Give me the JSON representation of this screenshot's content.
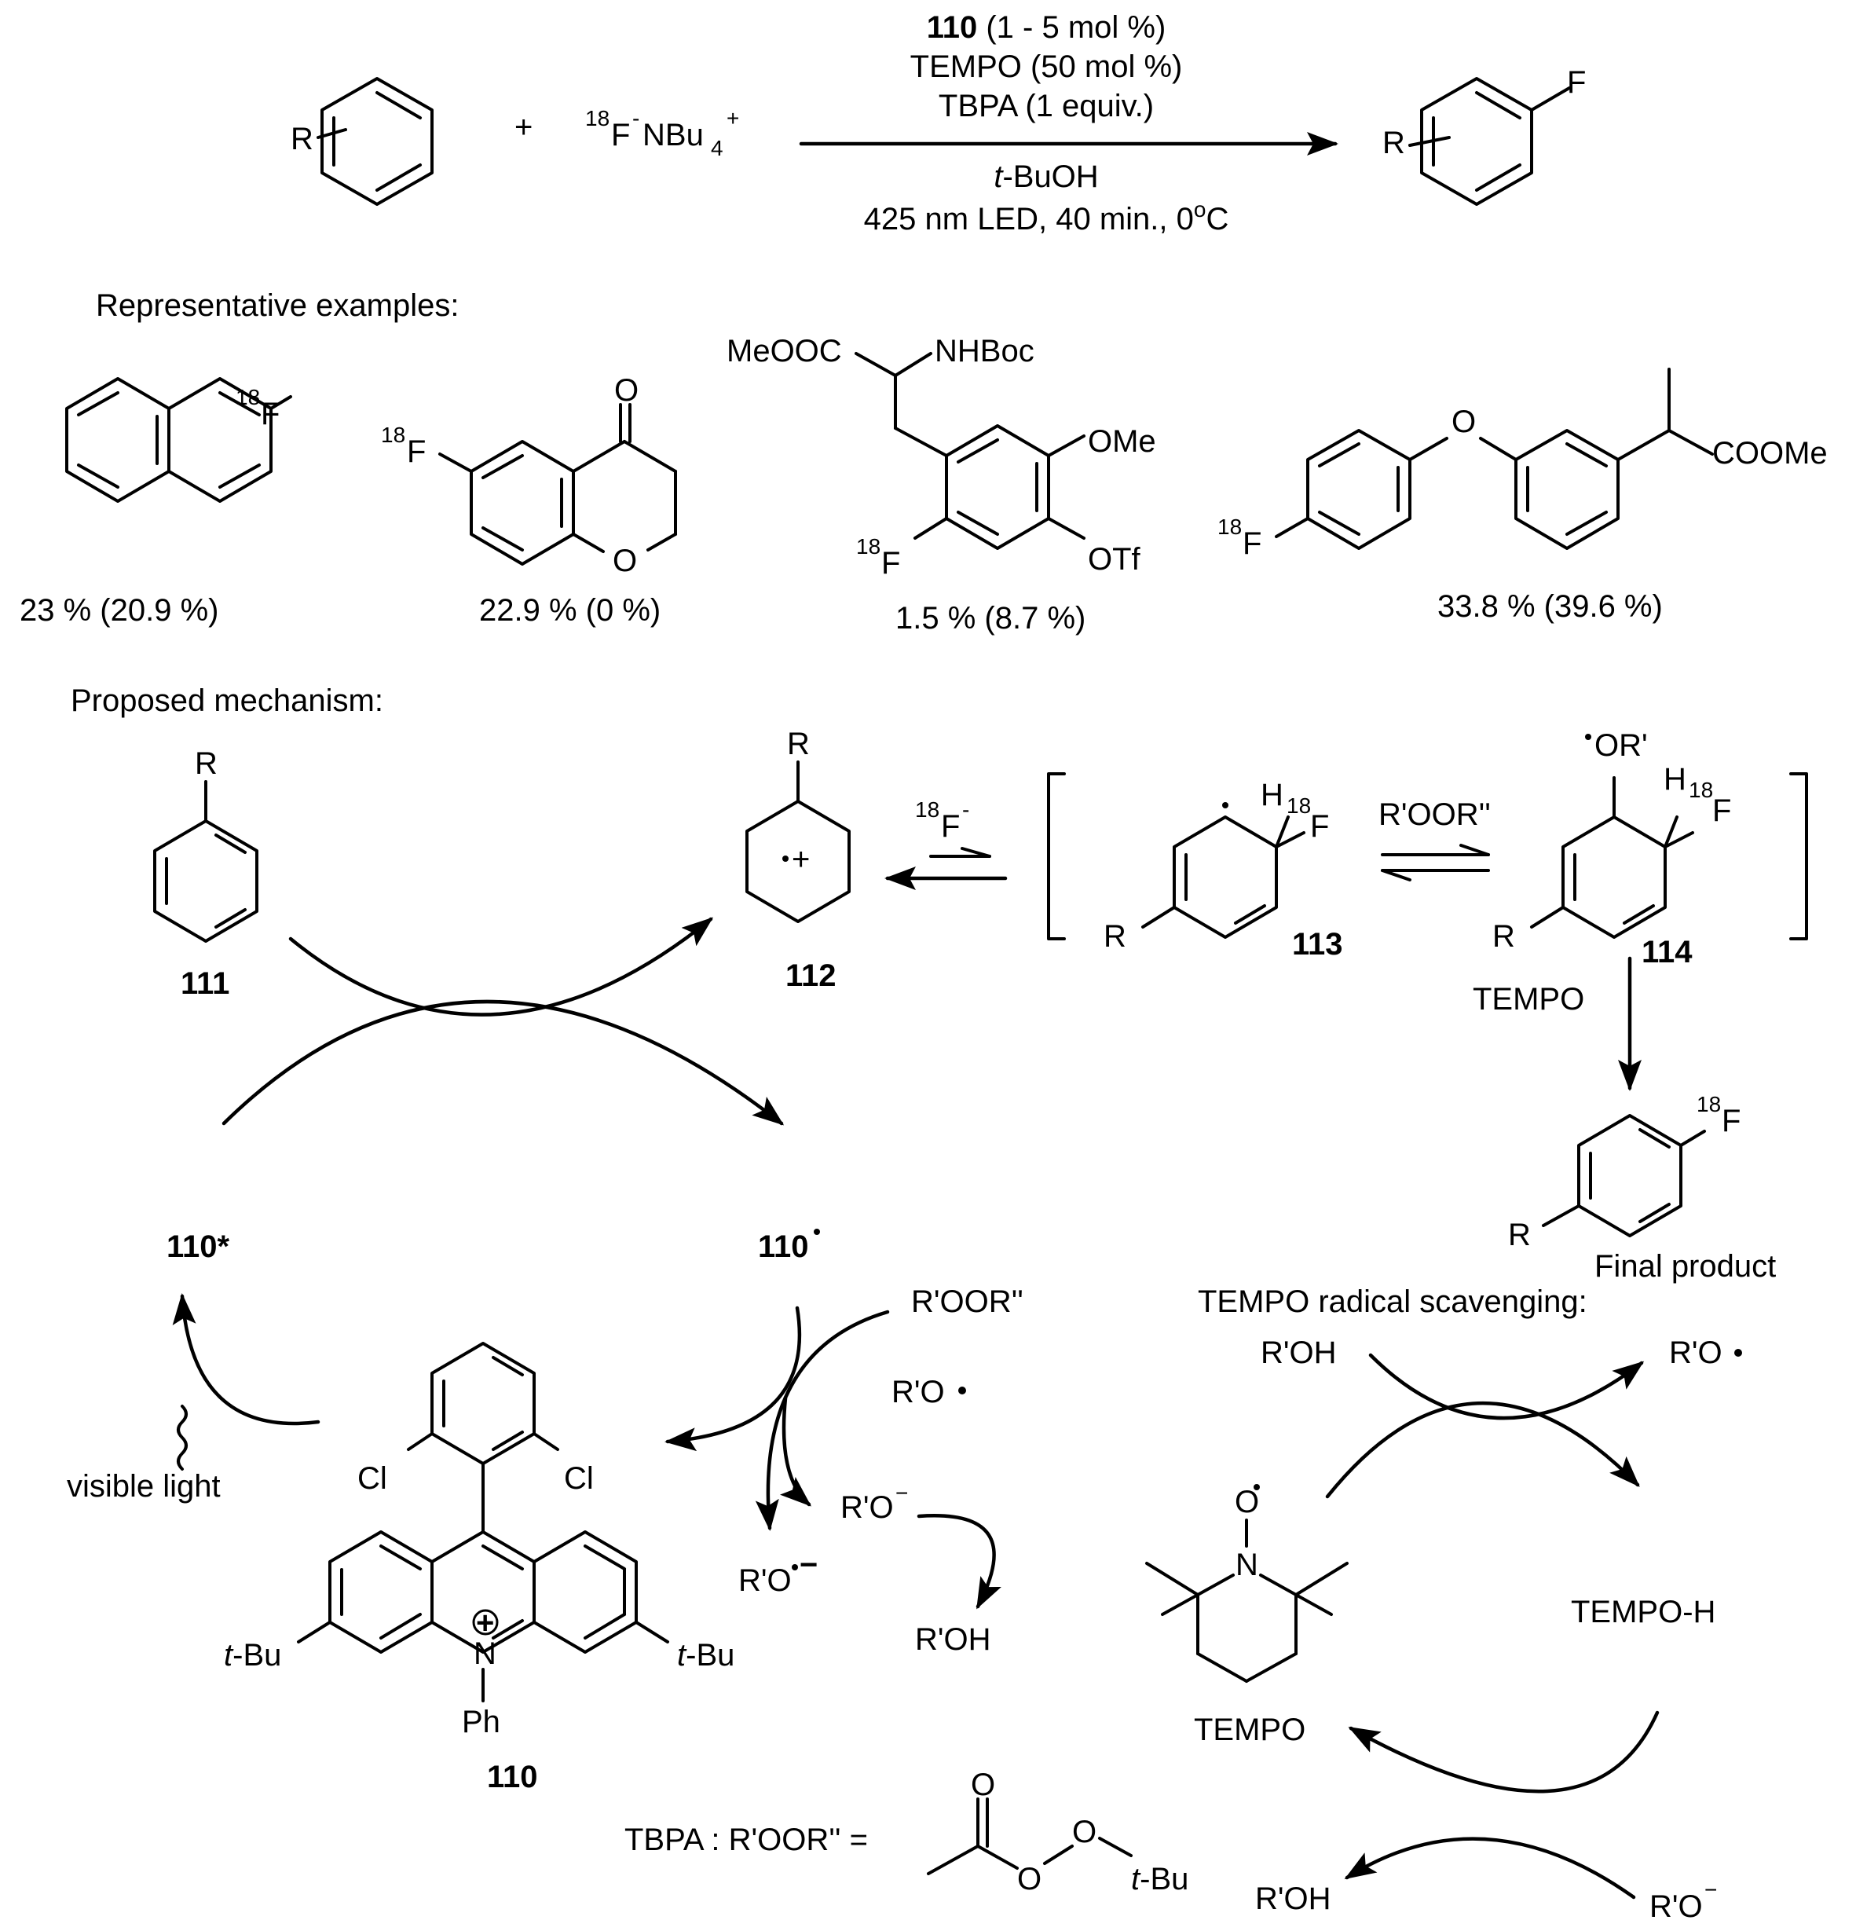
{
  "top_reaction": {
    "reactant_R": "R",
    "plus": "+",
    "fluoride_mass": "18",
    "fluoride_main": "F",
    "fluoride_sup_minus": "-",
    "fluoride_cation": "NBu",
    "fluoride_cation_sub": "4",
    "fluoride_cation_charge": "+",
    "cond_catalyst": "110",
    "cond_catalyst_rest": " (1 - 5 mol %)",
    "cond_2": "TEMPO (50 mol %)",
    "cond_3": "TBPA (1 equiv.)",
    "cond_solvent_prefix": "t",
    "cond_solvent": "-BuOH",
    "cond_light": "425 nm LED, 40 min.,  0",
    "cond_deg": "o",
    "cond_unit": "C",
    "product_R": "R",
    "product_F": "F"
  },
  "examples": {
    "heading": "Representative examples:",
    "mass": "18",
    "F": "F",
    "O": "O",
    "MeOOC": "MeOOC",
    "NHBoc": "NHBoc",
    "OMe": "OMe",
    "OTf": "OTf",
    "COOMe": "COOMe",
    "yield_1": "23 % (20.9 %)",
    "yield_2": "22.9 % (0 %)",
    "yield_3": "1.5 % (8.7 %)",
    "yield_4": "33.8 % (39.6 %)"
  },
  "mechanism": {
    "heading": "Proposed mechanism:",
    "R": "R",
    "label_111": "111",
    "label_112": "112",
    "label_113": "113",
    "label_114": "114",
    "label_110": "110",
    "label_110_star": "110*",
    "label_110_radical": "110",
    "fluoride_mass": "18",
    "fluoride_F": "F",
    "fluoride_minus": "-",
    "H": "H",
    "OR_prime": "OR'",
    "peroxide": "R'OOR''",
    "TEMPO": "TEMPO",
    "final_product": "Final product",
    "RO_radical": "R'O",
    "RO_anion": "R'O",
    "RO_radical_anion": "R'O",
    "ROH": "R'OH",
    "visible_light": "visible light",
    "Cl": "Cl",
    "tBu_prefix": "t",
    "tBu": "-Bu",
    "N": "N",
    "Ph": "Ph",
    "charge_plus": "+",
    "minus": "−"
  },
  "tempo_cycle": {
    "heading": "TEMPO radical scavenging:",
    "ROH_in": "R'OH",
    "RO_out": "R'O",
    "TEMPO_H": "TEMPO-H",
    "TEMPO": "TEMPO",
    "ROH_out": "R'OH",
    "RO_anion": "R'O",
    "N": "N",
    "O": "O",
    "minus": "−"
  },
  "tbpa": {
    "label": "TBPA :  R'OOR'' =",
    "O": "O",
    "tBu_prefix": "t",
    "tBu": "-Bu"
  }
}
